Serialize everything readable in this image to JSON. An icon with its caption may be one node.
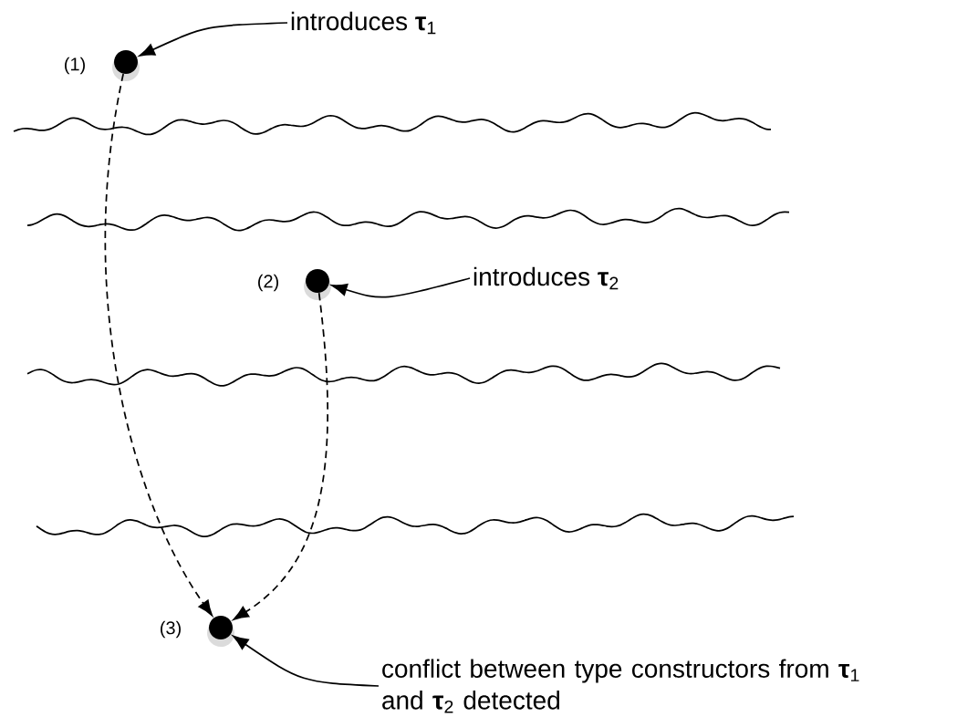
{
  "diagram": {
    "nodes": [
      {
        "text": [
          "introduces **τ**$_{1}$"
        ]
      },
      {
        "text": [],
        "shape": "circle",
        "beside": [
          "(1)"
        ]
      },
      {
        "text": [
          "introduces **τ**$_{2}$"
        ]
      },
      {
        "text": [],
        "shape": "circle",
        "beside": [
          "(2)"
        ]
      },
      {
        "text": [],
        "shape": "circle",
        "beside": [
          "(3)"
        ]
      },
      {
        "text": [
          "conflict between type constructors from **τ**$_{1}$ and **τ**$_{2}$ detected"
        ]
      }
    ],
    "edges": [
      {
        "from": 0,
        "to": 1,
        "arrow": "to"
      },
      {
        "from": 2,
        "to": 3,
        "arrow": "to"
      },
      {
        "from": 1,
        "to": 4,
        "arrow": "to",
        "style": "dashed"
      },
      {
        "from": 3,
        "to": 4,
        "arrow": "to",
        "style": "dashed"
      },
      {
        "from": 5,
        "to": 4,
        "arrow": "to"
      }
    ]
  }
}
